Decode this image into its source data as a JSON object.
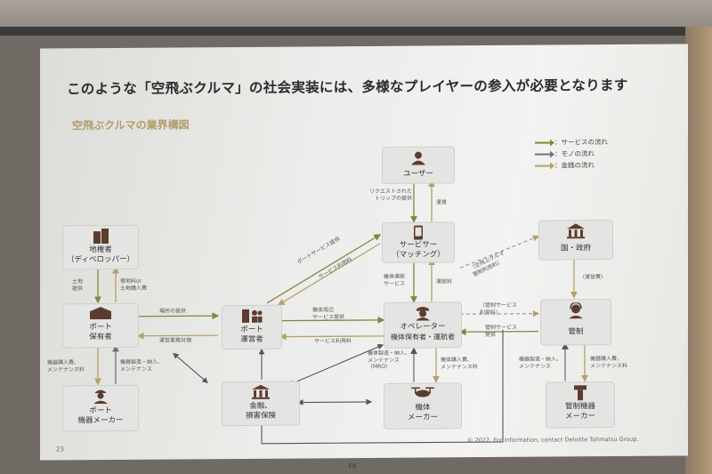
{
  "slide": {
    "headline": "このような「空飛ぶクルマ」の社会実装には、多様なプレイヤーの参入が必要となります",
    "subtitle": "空飛ぶクルマの業界構図",
    "page_number": "23",
    "copyright": "© 2022. For information, contact Deloitte Tohmatsu Group.",
    "bottom_mark": "CS"
  },
  "legend": {
    "service": "：サービスの流れ",
    "goods": "：モノの流れ",
    "money": "：金銭の流れ"
  },
  "colors": {
    "service": "#7b8a3c",
    "goods": "#6c7289",
    "money": "#b5a068",
    "icon": "#5b3d2e"
  },
  "nodes": {
    "user": "ユーザー",
    "servicer": [
      "サービサー",
      "（マッチング）"
    ],
    "landowner": [
      "地権者",
      "（ディベロッパー）"
    ],
    "government": "国・政府",
    "port_owner": [
      "ポート",
      "保有者"
    ],
    "port_operator": [
      "ポート",
      "運営者"
    ],
    "operator": [
      "オペレーター",
      "機体保有者・運航者"
    ],
    "atc": "管制",
    "port_equipment": [
      "ポート",
      "機器メーカー"
    ],
    "finance": [
      "金融、",
      "損害保険"
    ],
    "aircraft_maker": [
      "機体",
      "メーカー"
    ],
    "atc_equipment": [
      "管制機器",
      "メーカー"
    ]
  },
  "edge_labels": {
    "user_trip_request": [
      "リクエストされた",
      "トリップの提供"
    ],
    "user_fare": "運賃",
    "port_service_provide": "ポートサービス提供",
    "service_fee": "サービス利用料",
    "aircraft_ops_service": [
      "機体運航",
      "サービス"
    ],
    "operation_fee": "運航料",
    "atc_system_fee": [
      "（空飛ぶクルマ",
      "管制利用料）"
    ],
    "gov_operating_cost": "（運営費）",
    "land_provide": [
      "土地",
      "提供"
    ],
    "land_purchase": [
      "借地料or",
      "土地購入費"
    ],
    "place_provide": "場所の提供",
    "operating_outsource": "運営業務対価",
    "aircraft_peripheral": [
      "機体周辺",
      "サービス提供"
    ],
    "service_usage_fee": "サービス利用料",
    "atc_service_usage": [
      "（管制サービス",
      "利用料）"
    ],
    "atc_service_provide": [
      "管制サービス",
      "提供"
    ],
    "equip_purchase_maint_left": [
      "機器購入費、",
      "メンテナンス料"
    ],
    "equip_manufacture_left": [
      "機器製造・納入、",
      "メンテナンス"
    ],
    "aircraft_manufacture": [
      "機体製造・納入、",
      "メンテナンス",
      "（MRO）"
    ],
    "aircraft_purchase": [
      "機体購入費、",
      "メンテナンス料"
    ],
    "equip_manufacture_right": [
      "機器製造・納入、",
      "メンテナンス"
    ],
    "equip_purchase_maint_right": [
      "機器購入費、",
      "メンテナンス料"
    ]
  }
}
